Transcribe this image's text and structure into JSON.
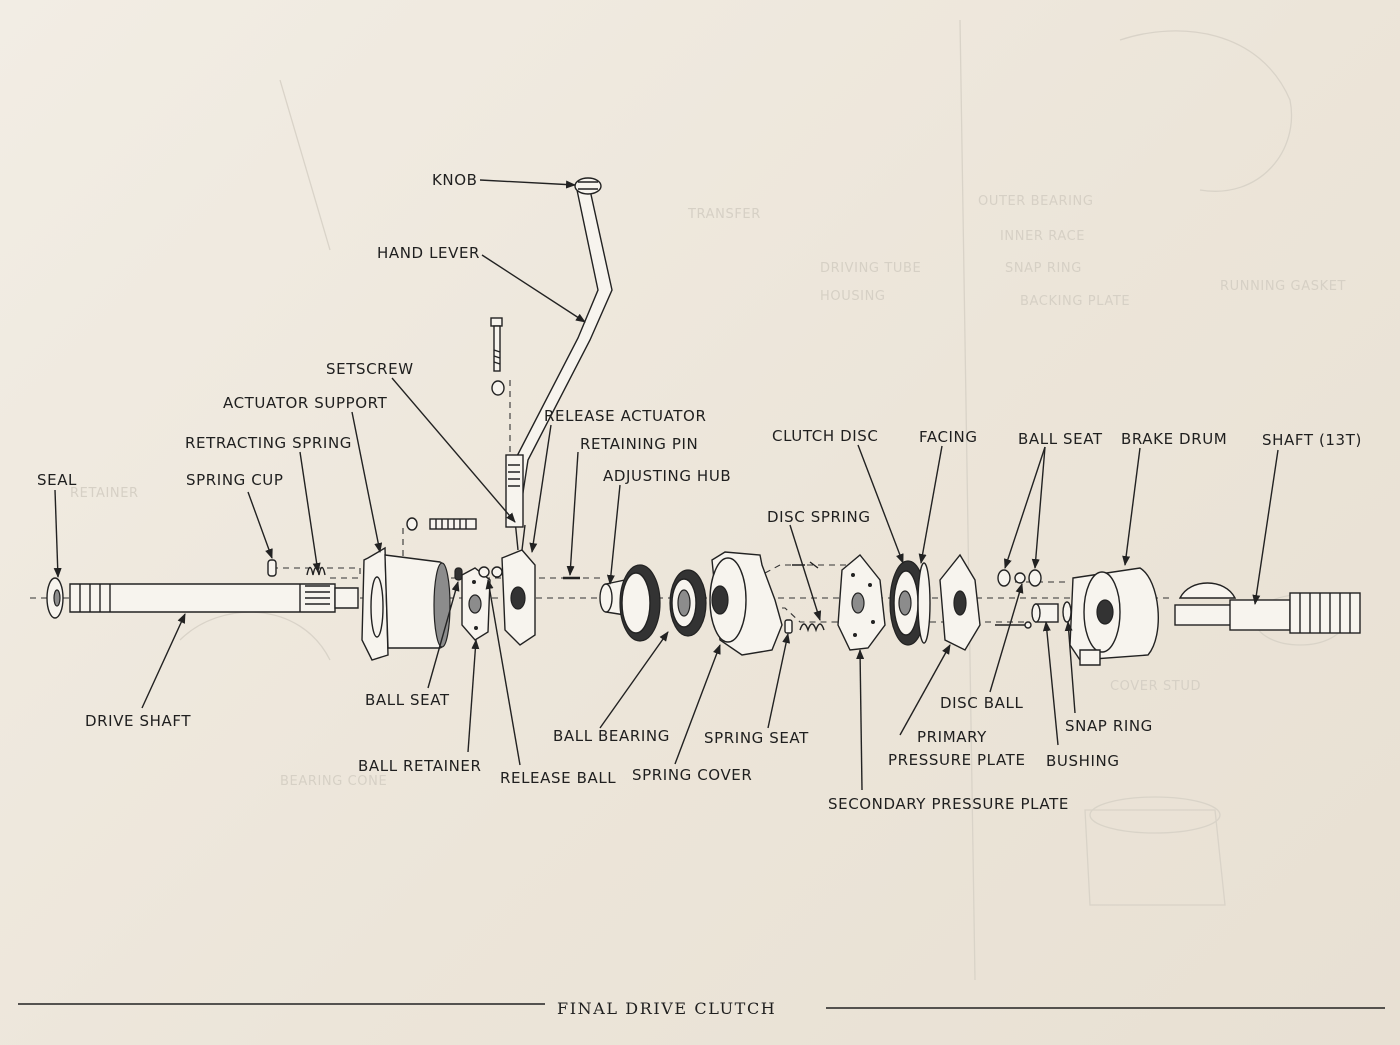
{
  "title": "FINAL DRIVE CLUTCH",
  "labels": {
    "knob": "KNOB",
    "hand_lever": "HAND LEVER",
    "setscrew": "SETSCREW",
    "actuator_support": "ACTUATOR SUPPORT",
    "retracting_spring": "RETRACTING SPRING",
    "spring_cup": "SPRING CUP",
    "seal": "SEAL",
    "release_actuator": "RELEASE ACTUATOR",
    "retaining_pin": "RETAINING PIN",
    "adjusting_hub": "ADJUSTING HUB",
    "clutch_disc": "CLUTCH DISC",
    "facing": "FACING",
    "ball_seat_top": "BALL SEAT",
    "brake_drum": "BRAKE DRUM",
    "shaft_13t": "SHAFT (13T)",
    "disc_spring": "DISC SPRING",
    "drive_shaft": "DRIVE SHAFT",
    "ball_seat_bottom": "BALL SEAT",
    "ball_retainer": "BALL RETAINER",
    "release_ball": "RELEASE BALL",
    "ball_bearing": "BALL BEARING",
    "spring_cover": "SPRING COVER",
    "spring_seat": "SPRING SEAT",
    "secondary_pressure_plate": "SECONDARY PRESSURE PLATE",
    "primary_pressure_plate_1": "PRIMARY",
    "primary_pressure_plate_2": "PRESSURE PLATE",
    "disc_ball": "DISC BALL",
    "snap_ring": "SNAP RING",
    "bushing": "BUSHING"
  }
}
